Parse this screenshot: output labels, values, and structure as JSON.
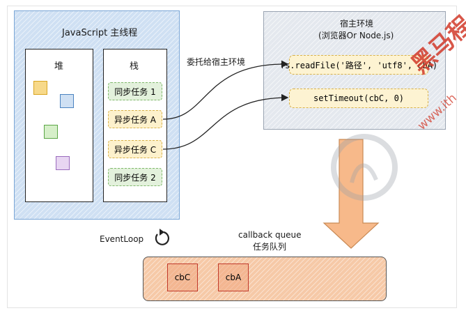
{
  "js_engine": {
    "title": "JavaScript 主线程",
    "heap_label": "堆",
    "stack_label": "栈",
    "stack_items": [
      {
        "label": "同步任务 1",
        "kind": "sync"
      },
      {
        "label": "异步任务 A",
        "kind": "async"
      },
      {
        "label": "异步任务 C",
        "kind": "async"
      },
      {
        "label": "同步任务 2",
        "kind": "sync"
      }
    ],
    "heap_colors": [
      "#f2c14e",
      "#6a9fd8",
      "#7cc46a",
      "#b58ad0"
    ]
  },
  "delegate_label": "委托给宿主环境",
  "host_env": {
    "title": "宿主环境",
    "subtitle": "(浏览器Or Node.js)",
    "apis": [
      "fs.readFile('路径', 'utf8', cbA)",
      "setTimeout(cbC, 0)"
    ]
  },
  "event_loop": {
    "label": "EventLoop",
    "icon": "refresh-icon"
  },
  "queue": {
    "title": "callback queue",
    "subtitle": "任务队列",
    "items": [
      "cbC",
      "cbA"
    ]
  },
  "watermark": {
    "brand": "黑马程",
    "url": "www.ith"
  },
  "colors": {
    "engine_fill": "#cfe0f3",
    "host_fill": "#e4e8ee",
    "queue_fill": "#f6c9a7",
    "arrow_fill": "#f7b98a",
    "watermark": "#d23a2a"
  }
}
